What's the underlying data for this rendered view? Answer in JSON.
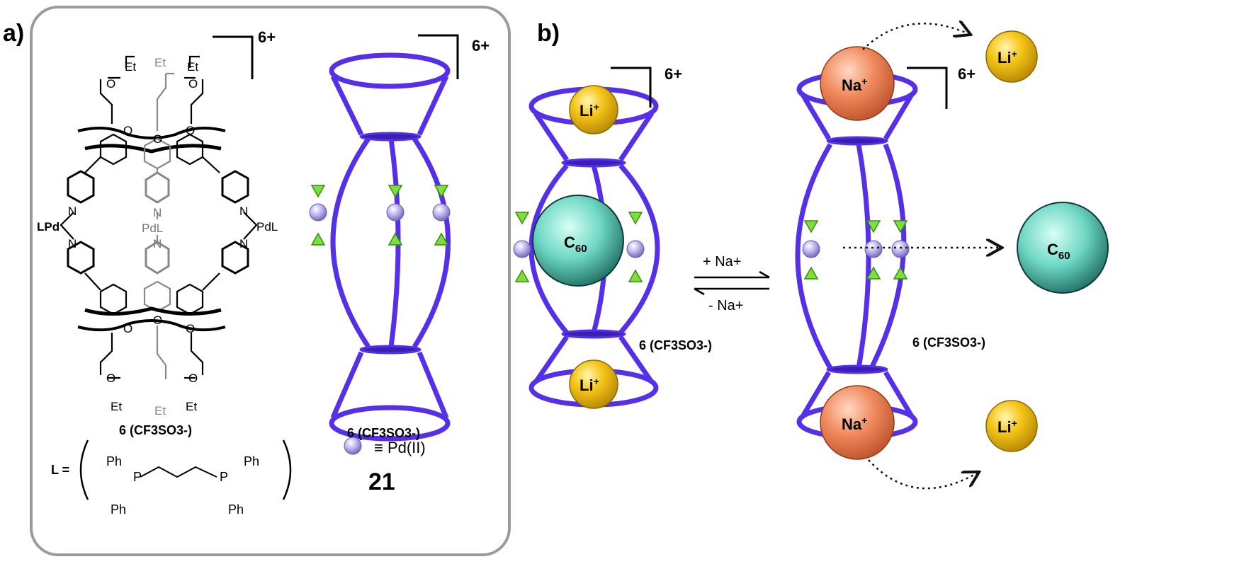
{
  "panel_a": {
    "label": "a)",
    "charge": "6+",
    "cage_counterion": "6 (CF3SO3-)",
    "ligand_eq": "L =",
    "ph": "Ph",
    "p": "P",
    "et": "Et",
    "o": "O",
    "n": "N",
    "pdl_left": "LPd",
    "pdl_right": "PdL",
    "pdl_center": "PdL",
    "cartoon_charge": "6+",
    "cartoon_counterion": "6 (CF3SO3-)",
    "legend_text": "≡ Pd(II)",
    "compound_number": "21"
  },
  "panel_b": {
    "label": "b)",
    "left_charge": "6+",
    "left_counterion": "6 (CF3SO3-)",
    "right_charge": "6+",
    "right_counterion": "6 (CF3SO3-)",
    "li": "Li",
    "na": "Na",
    "plus": "+",
    "c60": "C60",
    "forward": "+ Na+",
    "reverse": "- Na+"
  },
  "colors": {
    "cage": "#5530e8",
    "triangle": "#7be13a",
    "pd": "#b9b2e8",
    "li": "#f3c316",
    "na": "#f08a5d",
    "c60": "#7fe0cf",
    "frame": "#9b9b9b"
  }
}
